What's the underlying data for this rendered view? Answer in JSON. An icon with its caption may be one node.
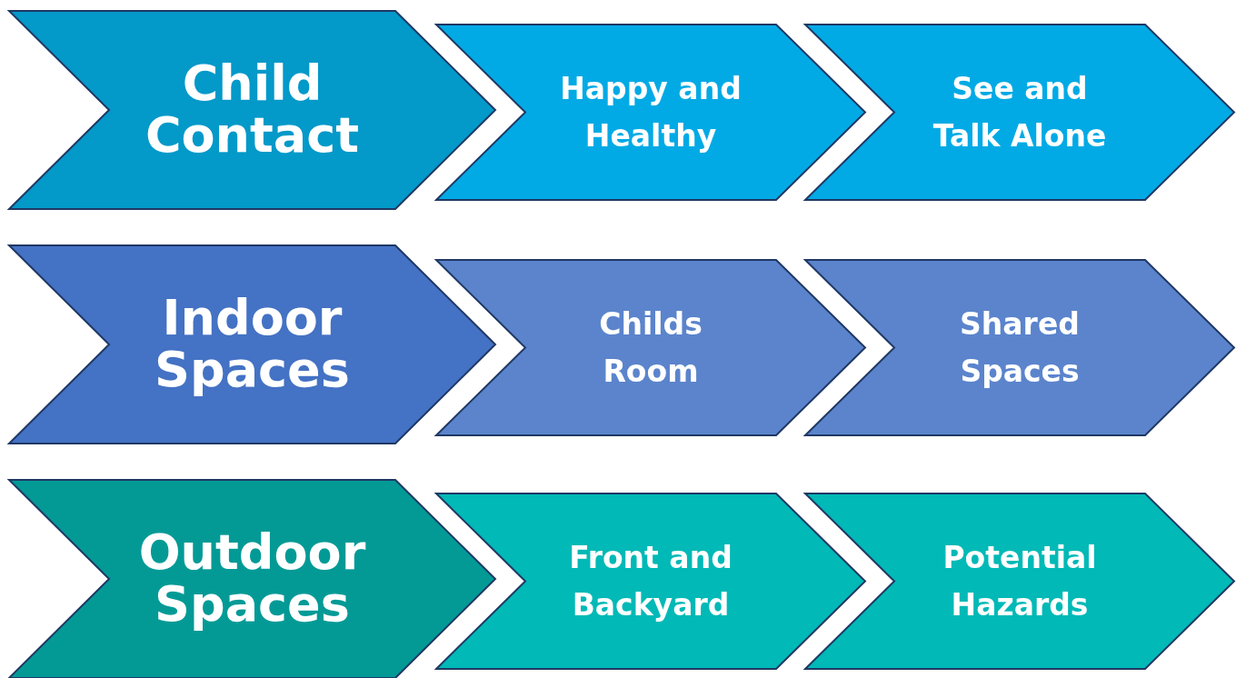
{
  "diagram": {
    "nodes": [
      {
        "text": [
          "Child Contact"
        ]
      },
      {
        "text": [
          "Happy and Healthy"
        ]
      },
      {
        "text": [
          "See and Talk Alone"
        ]
      },
      {
        "text": [
          "Indoor Spaces"
        ]
      },
      {
        "text": [
          "Childs Room"
        ]
      },
      {
        "text": [
          "Shared Spaces"
        ]
      },
      {
        "text": [
          "Outdoor Spaces"
        ]
      },
      {
        "text": [
          "Front and Backyard"
        ]
      },
      {
        "text": [
          "Potential Hazards"
        ]
      }
    ]
  }
}
